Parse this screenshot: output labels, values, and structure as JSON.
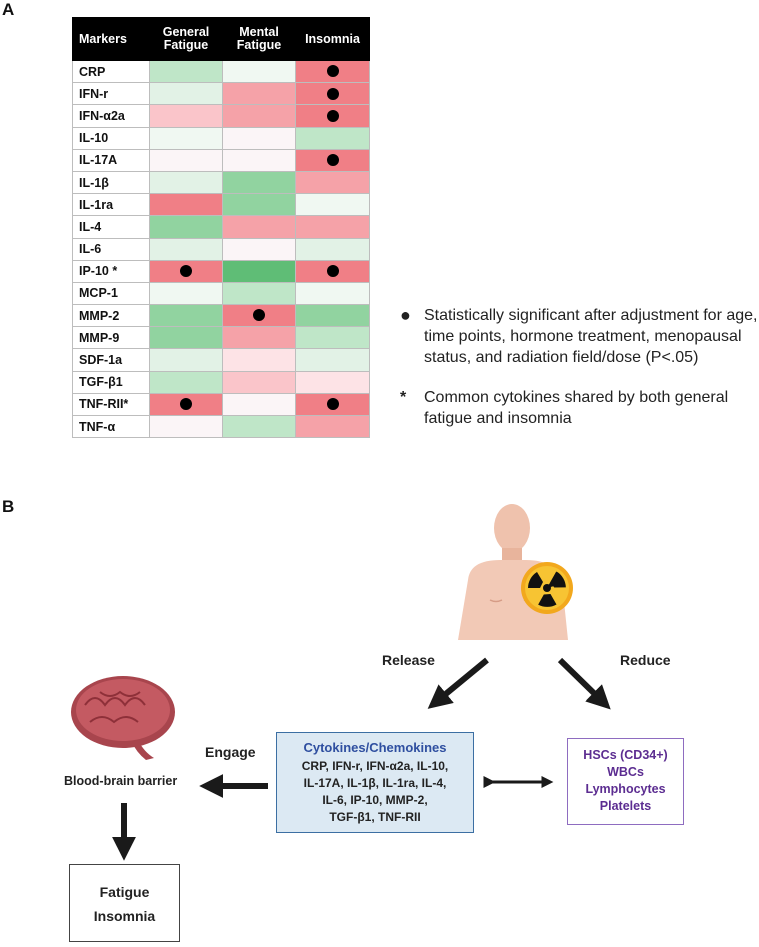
{
  "panels": {
    "a": "A",
    "b": "B"
  },
  "heatmap": {
    "headers": {
      "markers": "Markers",
      "general": "General Fatigue",
      "mental": "Mental Fatigue",
      "insomnia": "Insomnia"
    },
    "colors": {
      "dg": "#5fbd76",
      "g": "#91d3a0",
      "lg": "#bfe6c8",
      "vlg": "#e2f2e6",
      "vvlg": "#f0f8f2",
      "w": "#fbf5f7",
      "vlr": "#fde3e6",
      "lr": "#fac5ca",
      "r": "#f5a2a8",
      "dr": "#f07f86"
    },
    "rows": [
      {
        "marker": "CRP",
        "cells": [
          {
            "c": "lg"
          },
          {
            "c": "vvlg"
          },
          {
            "c": "dr",
            "sig": true
          }
        ]
      },
      {
        "marker": "IFN-r",
        "cells": [
          {
            "c": "vlg"
          },
          {
            "c": "r"
          },
          {
            "c": "dr",
            "sig": true
          }
        ]
      },
      {
        "marker": "IFN-α2a",
        "cells": [
          {
            "c": "lr"
          },
          {
            "c": "r"
          },
          {
            "c": "dr",
            "sig": true
          }
        ]
      },
      {
        "marker": "IL-10",
        "cells": [
          {
            "c": "vvlg"
          },
          {
            "c": "w"
          },
          {
            "c": "lg"
          }
        ]
      },
      {
        "marker": "IL-17A",
        "cells": [
          {
            "c": "w"
          },
          {
            "c": "w"
          },
          {
            "c": "dr",
            "sig": true
          }
        ]
      },
      {
        "marker": "IL-1β",
        "cells": [
          {
            "c": "vlg"
          },
          {
            "c": "g"
          },
          {
            "c": "r"
          }
        ]
      },
      {
        "marker": "IL-1ra",
        "cells": [
          {
            "c": "dr"
          },
          {
            "c": "g"
          },
          {
            "c": "vvlg"
          }
        ]
      },
      {
        "marker": "IL-4",
        "cells": [
          {
            "c": "g"
          },
          {
            "c": "r"
          },
          {
            "c": "r"
          }
        ]
      },
      {
        "marker": "IL-6",
        "cells": [
          {
            "c": "vlg"
          },
          {
            "c": "w"
          },
          {
            "c": "vlg"
          }
        ]
      },
      {
        "marker": "IP-10 *",
        "cells": [
          {
            "c": "dr",
            "sig": true
          },
          {
            "c": "dg"
          },
          {
            "c": "dr",
            "sig": true
          }
        ]
      },
      {
        "marker": "MCP-1",
        "cells": [
          {
            "c": "vvlg"
          },
          {
            "c": "lg"
          },
          {
            "c": "vvlg"
          }
        ]
      },
      {
        "marker": "MMP-2",
        "cells": [
          {
            "c": "g"
          },
          {
            "c": "dr",
            "sig": true
          },
          {
            "c": "g"
          }
        ]
      },
      {
        "marker": "MMP-9",
        "cells": [
          {
            "c": "g"
          },
          {
            "c": "r"
          },
          {
            "c": "lg"
          }
        ]
      },
      {
        "marker": "SDF-1a",
        "cells": [
          {
            "c": "vlg"
          },
          {
            "c": "vlr"
          },
          {
            "c": "vlg"
          }
        ]
      },
      {
        "marker": "TGF-β1",
        "cells": [
          {
            "c": "lg"
          },
          {
            "c": "lr"
          },
          {
            "c": "vlr"
          }
        ]
      },
      {
        "marker": "TNF-RII*",
        "cells": [
          {
            "c": "dr",
            "sig": true
          },
          {
            "c": "w"
          },
          {
            "c": "dr",
            "sig": true
          }
        ]
      },
      {
        "marker": "TNF-α",
        "cells": [
          {
            "c": "w"
          },
          {
            "c": "lg"
          },
          {
            "c": "r"
          }
        ]
      }
    ]
  },
  "legend": {
    "dot_symbol": "●",
    "dot_text": "Statistically significant after adjustment for age, time points, hormone treatment, menopausal status, and radiation field/dose (P<.05)",
    "star_symbol": "*",
    "star_text": "Common cytokines shared by both general fatigue and insomnia"
  },
  "diagram": {
    "release_label": "Release",
    "reduce_label": "Reduce",
    "engage_label": "Engage",
    "bbb_label": "Blood-brain barrier",
    "cyto_title": "Cytokines/Chemokines",
    "cyto_lines": [
      "CRP, IFN-r, IFN-α2a,  IL-10,",
      "IL-17A,  IL-1β, IL-1ra, IL-4,",
      "IL-6, IP-10, MMP-2,",
      "TGF-β1, TNF-RII"
    ],
    "cells_lines": [
      "HSCs (CD34+)",
      "WBCs",
      "Lymphocytes",
      "Platelets"
    ],
    "outcome_lines": [
      "Fatigue",
      "Insomnia"
    ]
  }
}
